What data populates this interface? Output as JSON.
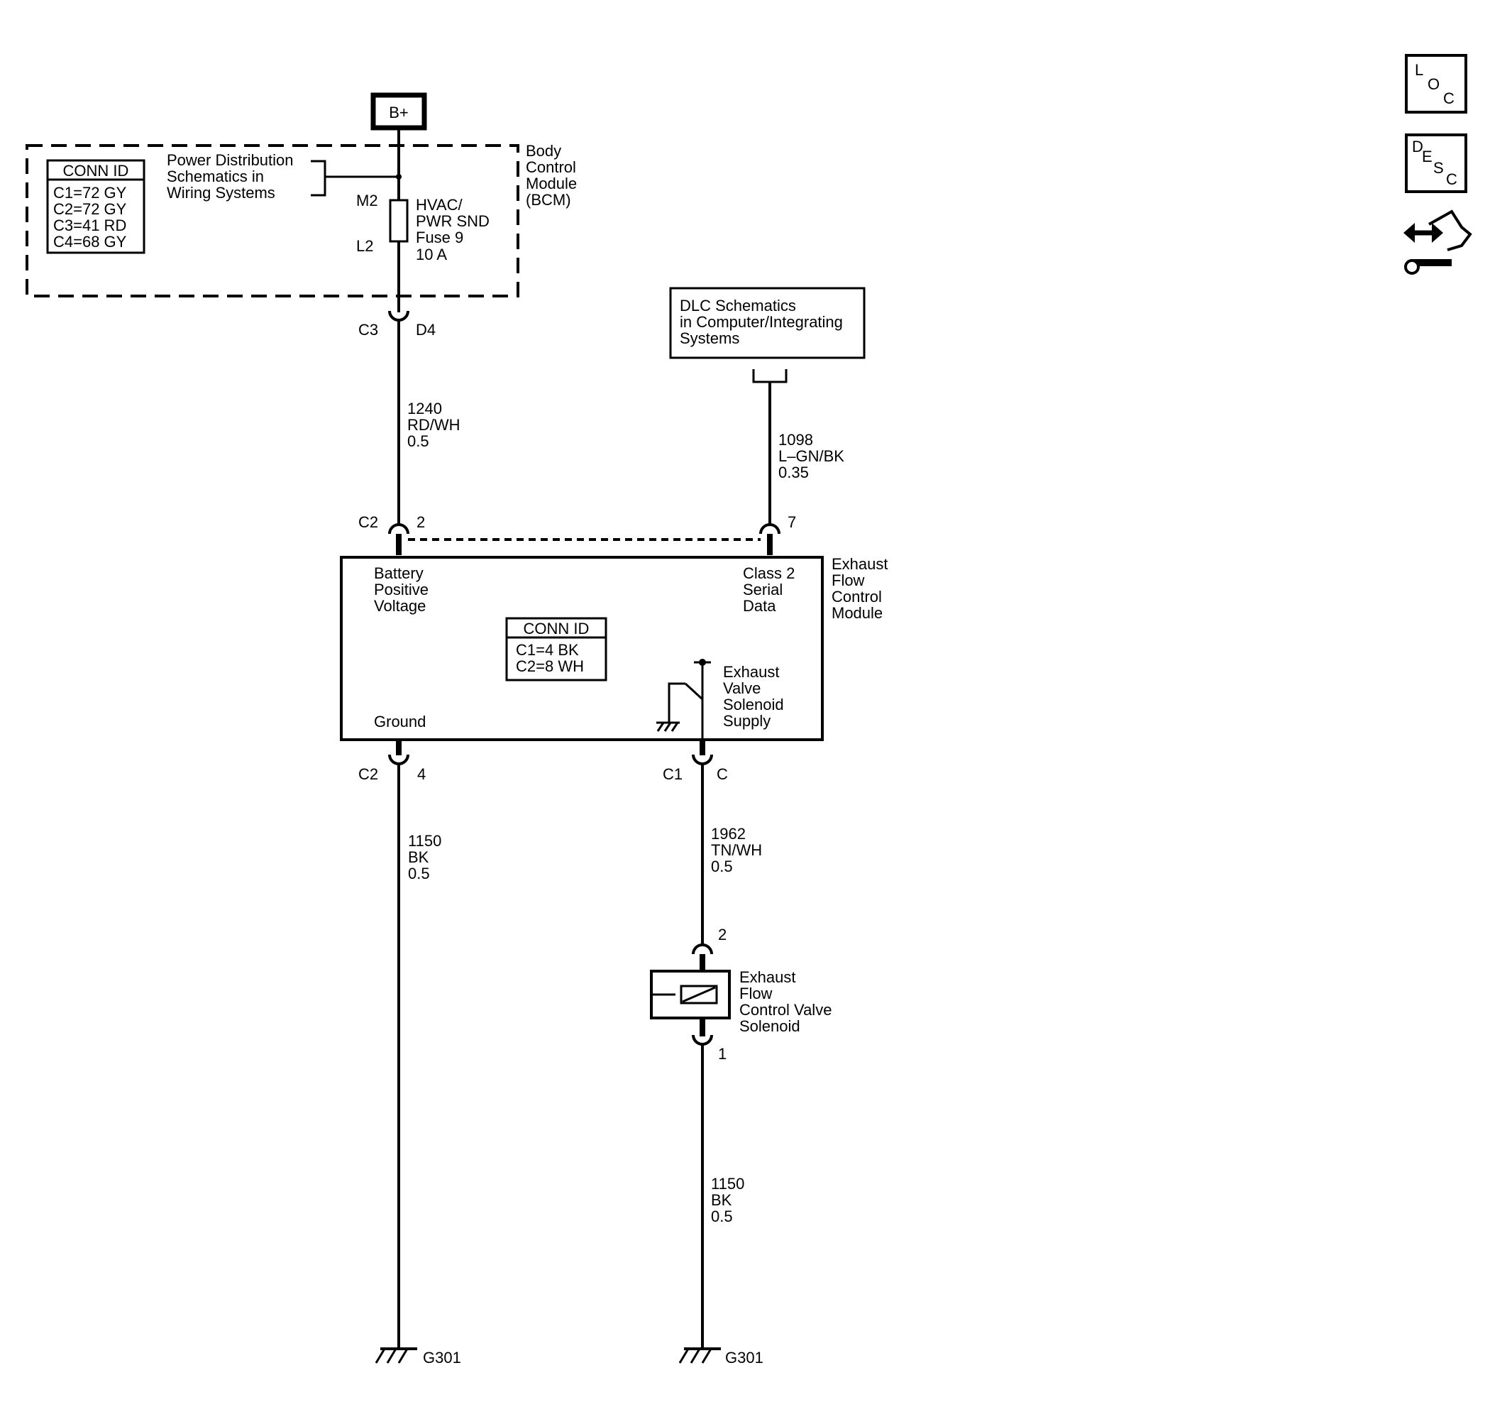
{
  "power_source": "B+",
  "bcm": {
    "label": [
      "Body",
      "Control",
      "Module",
      "(BCM)"
    ],
    "conn_id_title": "CONN ID",
    "conn_ids": [
      "C1=72 GY",
      "C2=72 GY",
      "C3=41 RD",
      "C4=68 GY"
    ],
    "power_dist_ref": [
      "Power Distribution",
      "Schematics in",
      "Wiring Systems"
    ],
    "fuse_top_pin": "M2",
    "fuse_bottom_pin": "L2",
    "fuse_label": [
      "HVAC/",
      "PWR SND",
      "Fuse 9",
      "10 A"
    ],
    "out_connector": "C3",
    "out_pin": "D4"
  },
  "wires": {
    "battery_feed": [
      "1240",
      "RD/WH",
      "0.5"
    ],
    "class2": [
      "1098",
      "L–GN/BK",
      "0.35"
    ],
    "module_ground": [
      "1150",
      "BK",
      "0.5"
    ],
    "solenoid_supply": [
      "1962",
      "TN/WH",
      "0.5"
    ],
    "solenoid_ground": [
      "1150",
      "BK",
      "0.5"
    ]
  },
  "dlc": {
    "label": [
      "DLC Schematics",
      "in Computer/Integrating",
      "Systems"
    ]
  },
  "efcm": {
    "label": [
      "Exhaust",
      "Flow",
      "Control",
      "Module"
    ],
    "conn_id_title": "CONN ID",
    "conn_ids": [
      "C1=4 BK",
      "C2=8 WH"
    ],
    "battery_pin_label": [
      "Battery",
      "Positive",
      "Voltage"
    ],
    "class2_pin_label": [
      "Class 2",
      "Serial",
      "Data"
    ],
    "ground_pin_label": "Ground",
    "solenoid_supply_label": [
      "Exhaust",
      "Valve",
      "Solenoid",
      "Supply"
    ],
    "battery_connector": "C2",
    "battery_pin": "2",
    "class2_pin": "7",
    "ground_connector": "C2",
    "ground_pin": "4",
    "supply_connector": "C1",
    "supply_pin": "C"
  },
  "solenoid": {
    "label": [
      "Exhaust",
      "Flow",
      "Control Valve",
      "Solenoid"
    ],
    "top_pin": "2",
    "bottom_pin": "1"
  },
  "grounds": [
    "G301",
    "G301"
  ],
  "nav_icons": [
    {
      "name": "loc-icon",
      "letters": [
        "L",
        "O",
        "C"
      ]
    },
    {
      "name": "desc-icon",
      "letters": [
        "D",
        "E",
        "S",
        "C"
      ]
    },
    {
      "name": "connector-end-view-icon"
    }
  ]
}
